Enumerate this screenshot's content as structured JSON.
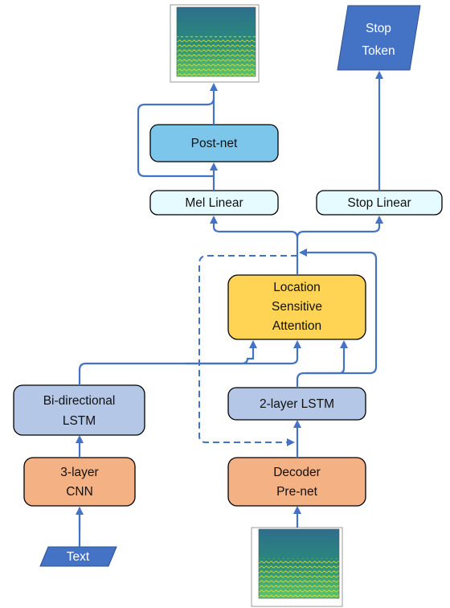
{
  "diagram": {
    "outputs": {
      "stop_token": [
        "Stop",
        "Token"
      ]
    },
    "postnet": {
      "label": "Post-net"
    },
    "mel_linear": {
      "label": "Mel Linear"
    },
    "stop_linear": {
      "label": "Stop Linear"
    },
    "attention": {
      "lines": [
        "Location",
        "Sensitive",
        "Attention"
      ]
    },
    "encoder_lstm": {
      "lines": [
        "Bi-directional",
        "LSTM"
      ]
    },
    "decoder_lstm": {
      "label": "2-layer LSTM"
    },
    "cnn": {
      "lines": [
        "3-layer",
        "CNN"
      ]
    },
    "prenet": {
      "lines": [
        "Decoder",
        "Pre-net"
      ]
    },
    "inputs": {
      "text": "Text"
    },
    "colors": {
      "arrow": "#4472C4",
      "io_fill": "#4472C4",
      "blue_box": "#7CC6EB",
      "cyan_box": "#E6FBFF",
      "yellow_box": "#FFD455",
      "lavender_box": "#B4C7E7",
      "orange_box": "#F4B183"
    }
  }
}
